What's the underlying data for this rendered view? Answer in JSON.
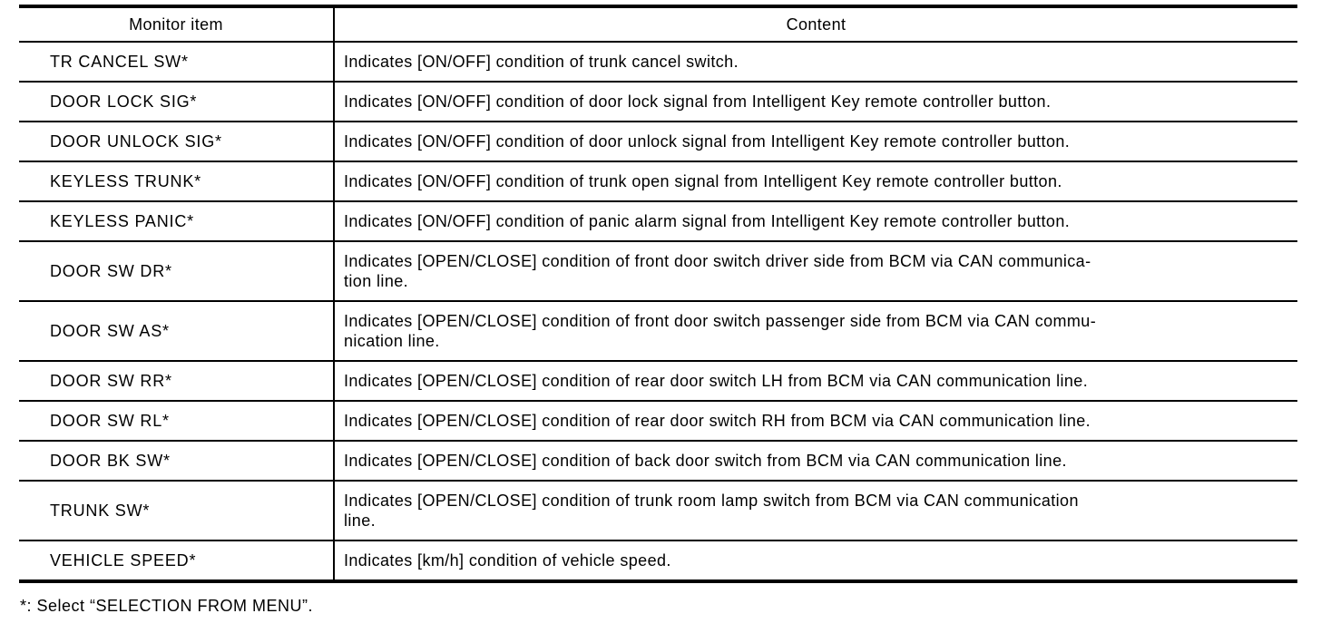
{
  "table": {
    "columns": [
      {
        "label": "Monitor item"
      },
      {
        "label": "Content"
      }
    ],
    "rows": [
      {
        "item": "TR CANCEL SW*",
        "content": "Indicates [ON/OFF] condition of trunk cancel switch."
      },
      {
        "item": "DOOR LOCK SIG*",
        "content": "Indicates [ON/OFF] condition of door lock signal from Intelligent Key remote controller button."
      },
      {
        "item": "DOOR UNLOCK SIG*",
        "content": "Indicates [ON/OFF] condition of door unlock signal from Intelligent Key remote controller button."
      },
      {
        "item": "KEYLESS TRUNK*",
        "content": "Indicates [ON/OFF] condition of trunk open signal from Intelligent Key remote controller button."
      },
      {
        "item": "KEYLESS PANIC*",
        "content": "Indicates [ON/OFF] condition of panic alarm signal from Intelligent Key remote controller button."
      },
      {
        "item": "DOOR SW DR*",
        "content": "Indicates [OPEN/CLOSE] condition of front door switch driver side from BCM via CAN communica-\ntion line."
      },
      {
        "item": "DOOR SW AS*",
        "content": "Indicates [OPEN/CLOSE] condition of front door switch passenger side from BCM via CAN commu-\nnication line."
      },
      {
        "item": "DOOR SW RR*",
        "content": "Indicates [OPEN/CLOSE] condition of rear door switch LH from BCM via CAN communication line."
      },
      {
        "item": "DOOR SW RL*",
        "content": "Indicates [OPEN/CLOSE] condition of rear door switch RH from BCM via CAN communication line."
      },
      {
        "item": "DOOR BK SW*",
        "content": "Indicates [OPEN/CLOSE] condition of back door switch from BCM via CAN communication line."
      },
      {
        "item": "TRUNK SW*",
        "content": "Indicates [OPEN/CLOSE] condition of trunk room lamp switch from BCM via CAN communication\nline."
      },
      {
        "item": "VEHICLE SPEED*",
        "content": "Indicates [km/h] condition of vehicle speed."
      }
    ]
  },
  "footnote": "*: Select “SELECTION FROM MENU”."
}
